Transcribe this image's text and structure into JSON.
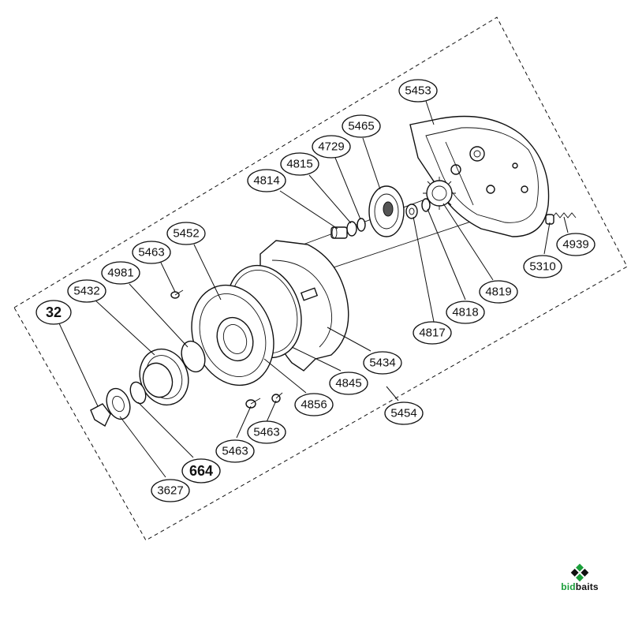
{
  "diagram": {
    "parts": [
      {
        "id": "5453",
        "label": "5453"
      },
      {
        "id": "5465",
        "label": "5465"
      },
      {
        "id": "4729",
        "label": "4729"
      },
      {
        "id": "4815",
        "label": "4815"
      },
      {
        "id": "4814",
        "label": "4814"
      },
      {
        "id": "5452",
        "label": "5452"
      },
      {
        "id": "5463a",
        "label": "5463"
      },
      {
        "id": "4981",
        "label": "4981"
      },
      {
        "id": "5432",
        "label": "5432"
      },
      {
        "id": "32",
        "label": "32"
      },
      {
        "id": "4939",
        "label": "4939"
      },
      {
        "id": "5310",
        "label": "5310"
      },
      {
        "id": "4819",
        "label": "4819"
      },
      {
        "id": "4818",
        "label": "4818"
      },
      {
        "id": "4817",
        "label": "4817"
      },
      {
        "id": "5434",
        "label": "5434"
      },
      {
        "id": "4845",
        "label": "4845"
      },
      {
        "id": "4856",
        "label": "4856"
      },
      {
        "id": "5454",
        "label": "5454"
      },
      {
        "id": "5463b",
        "label": "5463"
      },
      {
        "id": "5463c",
        "label": "5463"
      },
      {
        "id": "664",
        "label": "664"
      },
      {
        "id": "3627",
        "label": "3627"
      }
    ]
  },
  "watermark": {
    "text": "bidbaits",
    "highlight_prefix": "bid",
    "highlight_color": "#1a9e3a",
    "text_color": "#111111"
  }
}
